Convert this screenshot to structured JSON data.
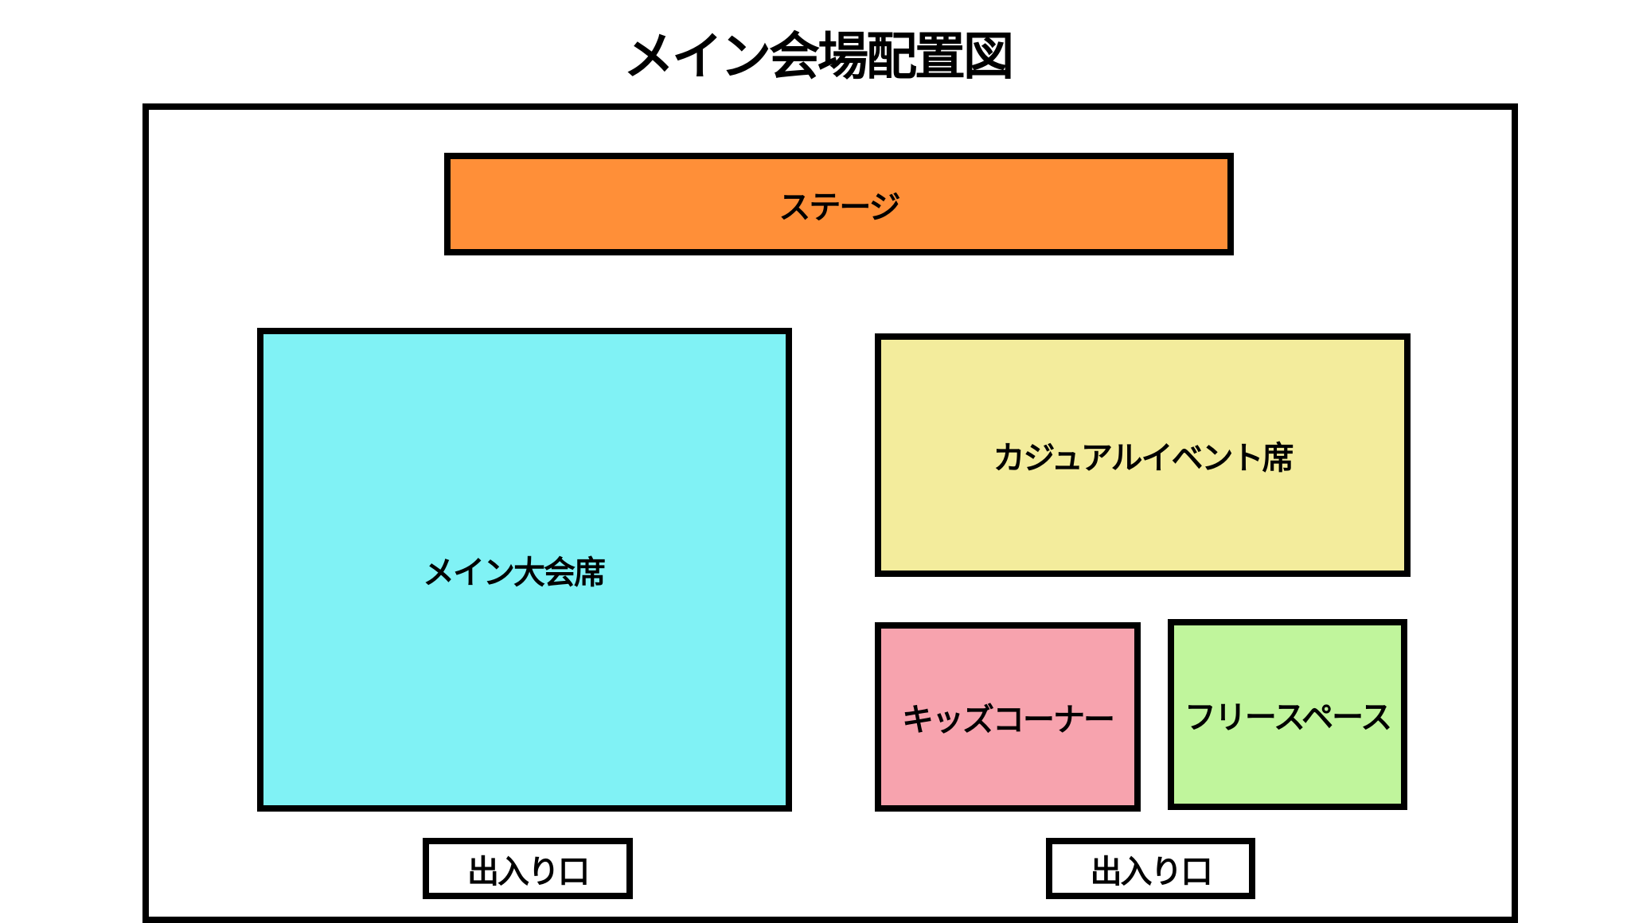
{
  "title": "メイン会場配置図",
  "areas": {
    "stage": {
      "label": "ステージ",
      "color": "#FF8F38"
    },
    "main_seats": {
      "label": "メイン大会席",
      "color": "#80F2F5"
    },
    "casual_seats": {
      "label": "カジュアルイベント席",
      "color": "#F3EC9C"
    },
    "kids_corner": {
      "label": "キッズコーナー",
      "color": "#F7A3AE"
    },
    "free_space": {
      "label": "フリースペース",
      "color": "#C0F59C"
    }
  },
  "entrances": [
    {
      "label": "出入り口"
    },
    {
      "label": "出入り口"
    }
  ]
}
